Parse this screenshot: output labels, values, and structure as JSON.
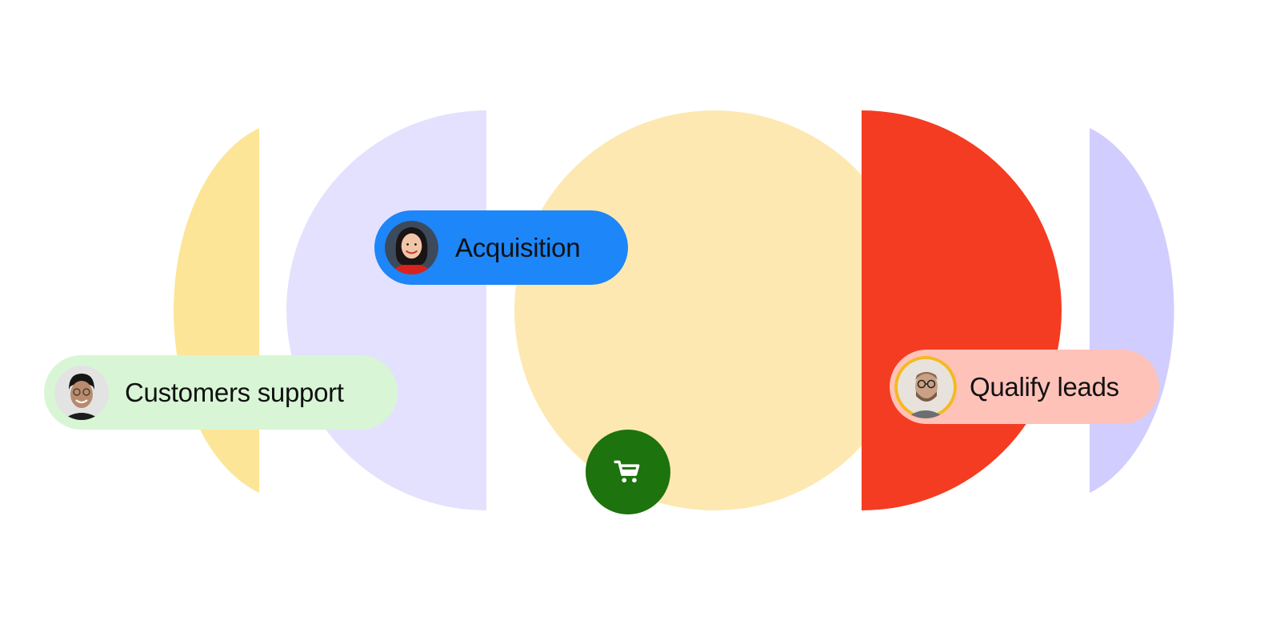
{
  "colors": {
    "background": "#ffffff",
    "yellow_light": "#fde598",
    "yellow_pale": "#fde8b1",
    "lavender": "#e4e1ff",
    "lavender_deep": "#d2cdff",
    "red": "#f43c22",
    "blue": "#1d86f8",
    "mint": "#d8f6d5",
    "salmon": "#ffc2b9",
    "green": "#1d730d",
    "gold": "#f5b922"
  },
  "pills": {
    "acquisition": {
      "label": "Acquisition",
      "avatar_icon": "woman-smiling-avatar"
    },
    "customers_support": {
      "label": "Customers support",
      "avatar_icon": "person-glasses-avatar"
    },
    "qualify_leads": {
      "label": "Qualify leads",
      "avatar_icon": "bearded-man-avatar"
    }
  },
  "cart_button": {
    "icon": "shopping-cart-icon"
  }
}
